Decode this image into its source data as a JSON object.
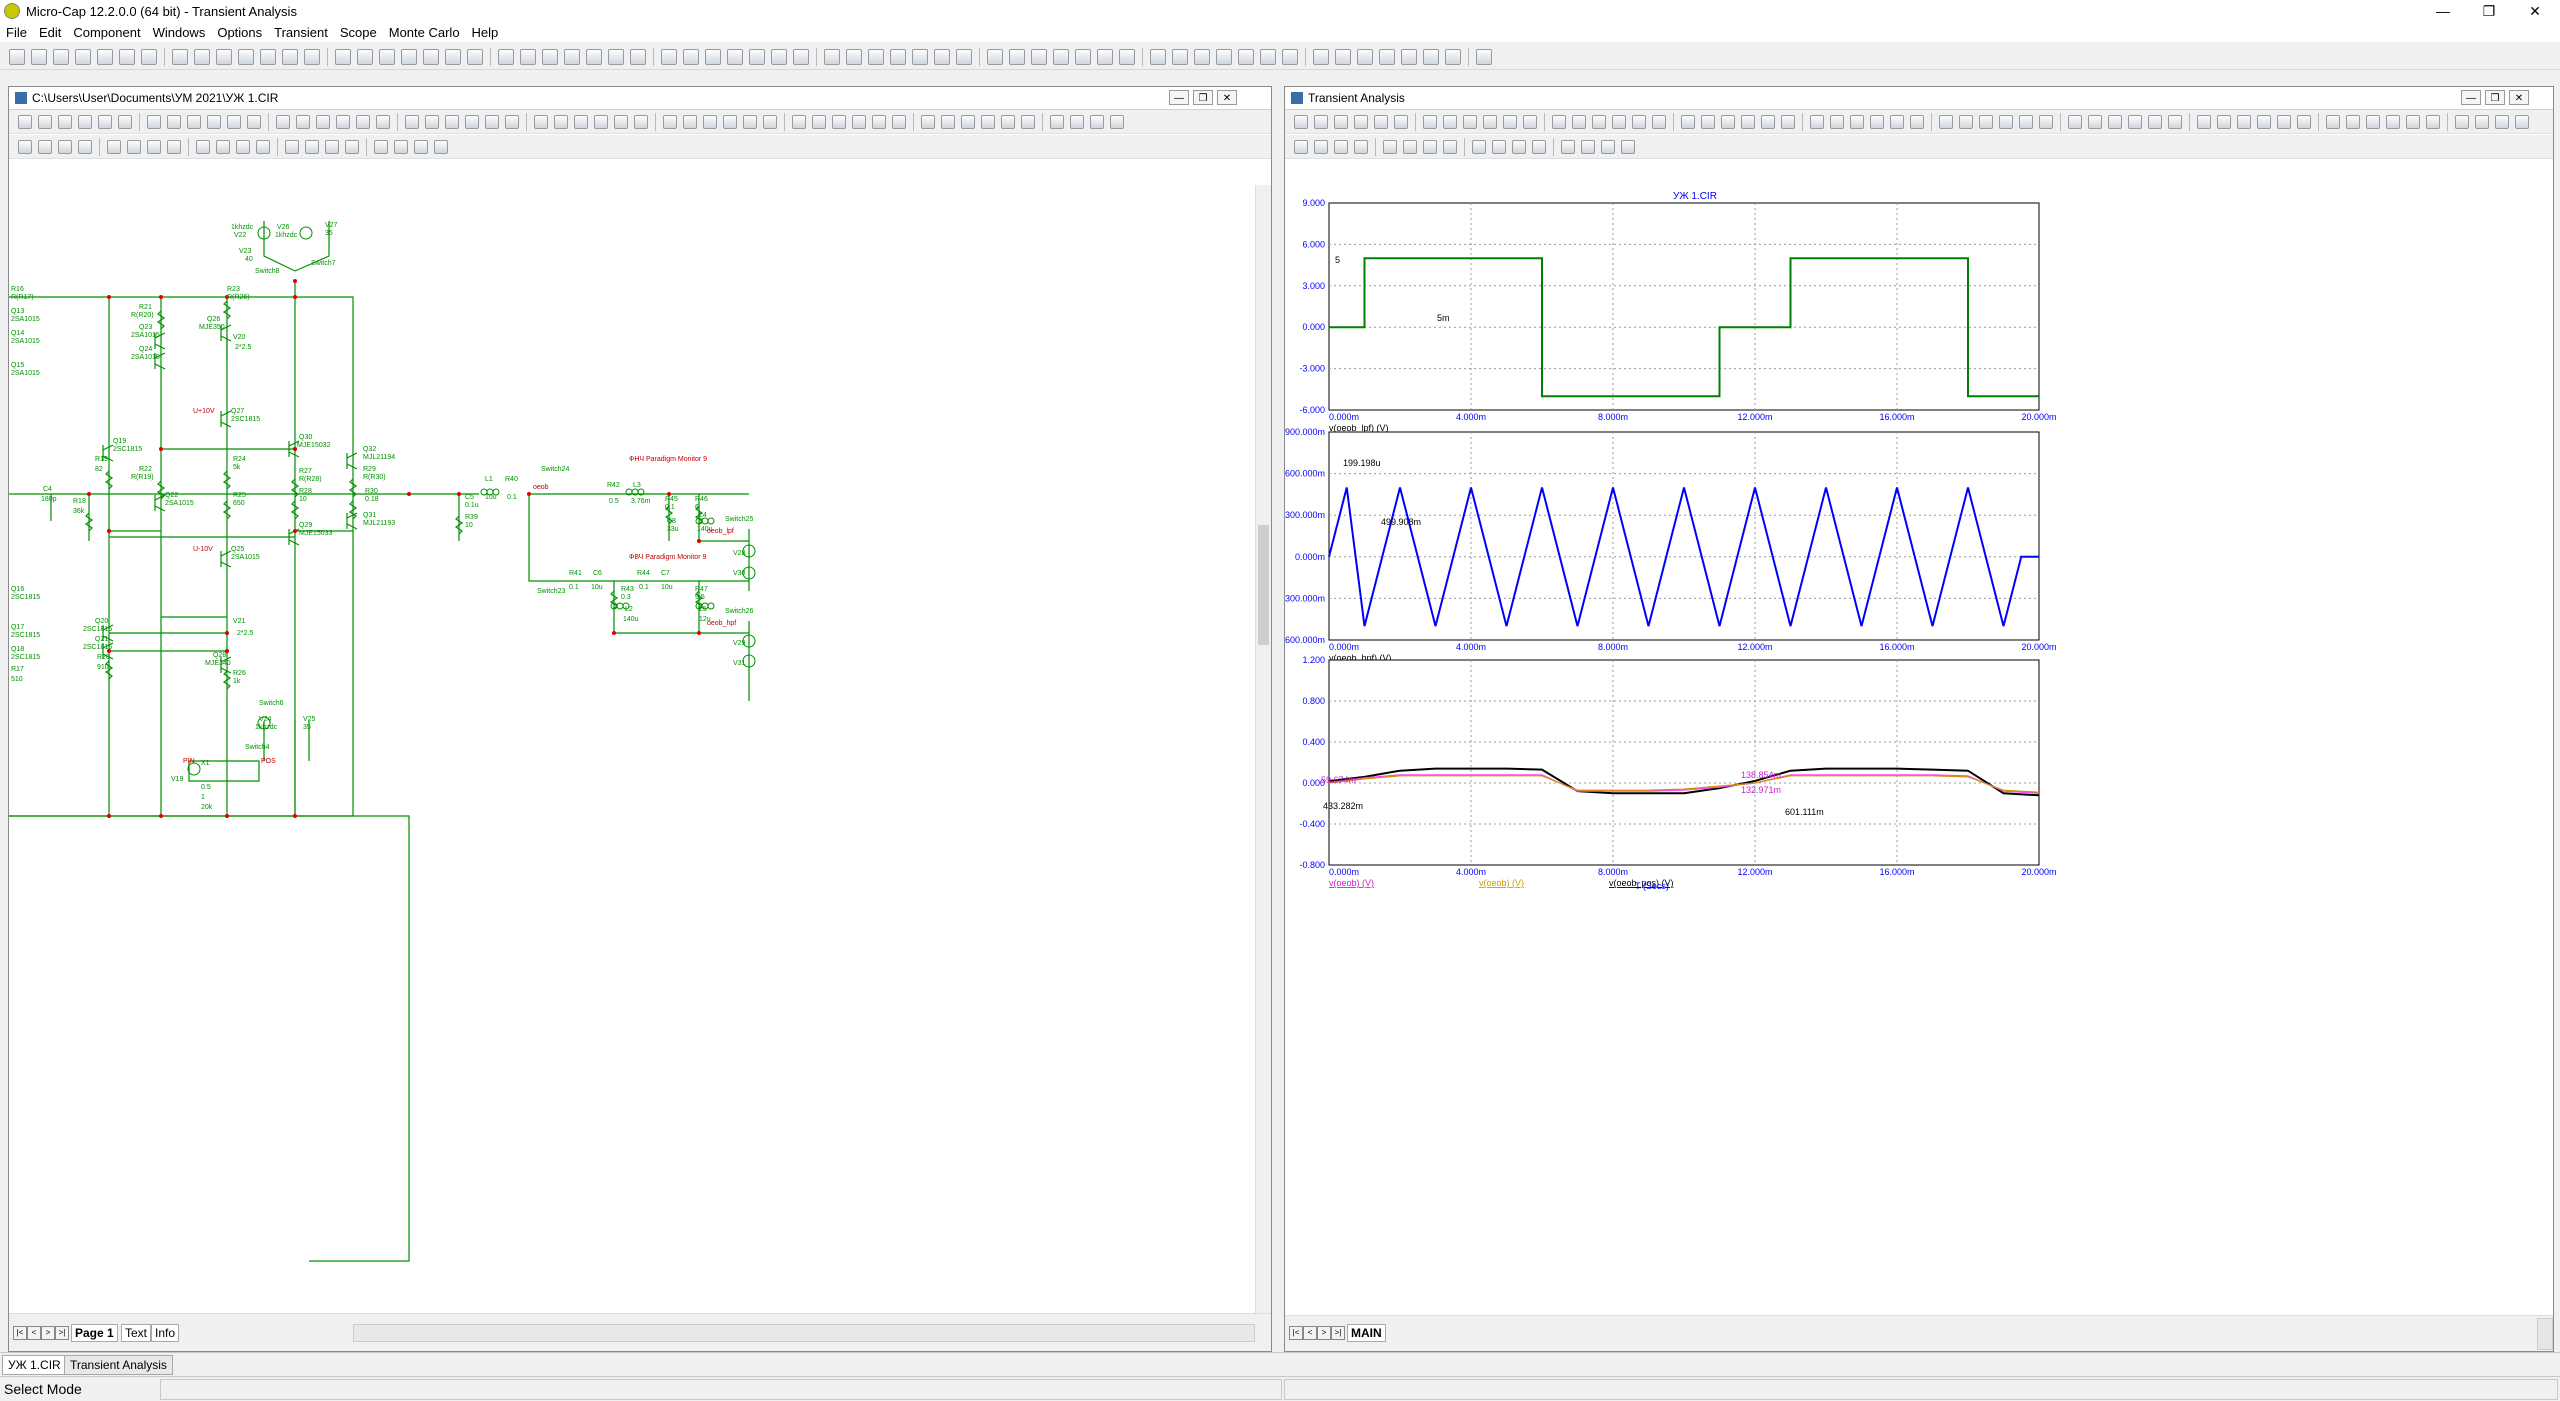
{
  "app": {
    "title": "Micro-Cap 12.2.0.0 (64 bit) - Transient Analysis",
    "menu": [
      "File",
      "Edit",
      "Component",
      "Windows",
      "Options",
      "Transient",
      "Scope",
      "Monte Carlo",
      "Help"
    ]
  },
  "schematic": {
    "path": "C:\\Users\\User\\Documents\\УМ 2021\\УЖ 1.CIR",
    "page_tabs": [
      "Page 1",
      "Text",
      "Info"
    ],
    "wire_color": "#009000",
    "label_color": "#009000",
    "node_color": "#e00000",
    "labels": [
      {
        "id": "v22",
        "text": "1khzdc"
      },
      {
        "id": "v22n",
        "text": "V22"
      },
      {
        "id": "v26",
        "text": "V26"
      },
      {
        "id": "v26v",
        "text": "1khzdc"
      },
      {
        "id": "v27",
        "text": "V27"
      },
      {
        "id": "v27v",
        "text": "35"
      },
      {
        "id": "v23",
        "text": "V23"
      },
      {
        "id": "v23v",
        "text": "40"
      },
      {
        "id": "sw8",
        "text": "Switch8"
      },
      {
        "id": "sw7",
        "text": "Switch7"
      },
      {
        "id": "r16",
        "text": "R16"
      },
      {
        "id": "r16v",
        "text": "R(R17)"
      },
      {
        "id": "q13",
        "text": "Q13"
      },
      {
        "id": "q13v",
        "text": "2SA1015"
      },
      {
        "id": "q14",
        "text": "Q14"
      },
      {
        "id": "q14v",
        "text": "2SA1015"
      },
      {
        "id": "q15",
        "text": "Q15"
      },
      {
        "id": "q15v",
        "text": "2SA1015"
      },
      {
        "id": "r21",
        "text": "R21"
      },
      {
        "id": "r21v",
        "text": "R(R20)"
      },
      {
        "id": "r23",
        "text": "R23"
      },
      {
        "id": "r23v",
        "text": "R(R26)"
      },
      {
        "id": "q23",
        "text": "Q23"
      },
      {
        "id": "q23v",
        "text": "2SA1015"
      },
      {
        "id": "q26",
        "text": "Q26"
      },
      {
        "id": "q26v",
        "text": "MJE350"
      },
      {
        "id": "v20",
        "text": "V20"
      },
      {
        "id": "v20v",
        "text": "2*2.5"
      },
      {
        "id": "q24",
        "text": "Q24"
      },
      {
        "id": "q24v",
        "text": "2SA1015"
      },
      {
        "id": "q27",
        "text": "Q27"
      },
      {
        "id": "q27v",
        "text": "2SC1815"
      },
      {
        "id": "q27b",
        "text": "U+10V"
      },
      {
        "id": "q30",
        "text": "Q30"
      },
      {
        "id": "q30v",
        "text": "MJE15032"
      },
      {
        "id": "q32",
        "text": "Q32"
      },
      {
        "id": "q32v",
        "text": "MJL21194"
      },
      {
        "id": "q19",
        "text": "Q19"
      },
      {
        "id": "q19v",
        "text": "2SC1815"
      },
      {
        "id": "r19",
        "text": "R19"
      },
      {
        "id": "r19v",
        "text": "82"
      },
      {
        "id": "r24",
        "text": "R24"
      },
      {
        "id": "r24v",
        "text": "5k"
      },
      {
        "id": "r22",
        "text": "R22"
      },
      {
        "id": "r22v",
        "text": "R(R19)"
      },
      {
        "id": "r27",
        "text": "R27"
      },
      {
        "id": "r27v",
        "text": "R(R28)"
      },
      {
        "id": "r29",
        "text": "R29"
      },
      {
        "id": "r29v",
        "text": "R(R30)"
      },
      {
        "id": "c4",
        "text": "C4"
      },
      {
        "id": "c4v",
        "text": "180p"
      },
      {
        "id": "r18",
        "text": "R18"
      },
      {
        "id": "r18v",
        "text": "36k"
      },
      {
        "id": "q22",
        "text": "Q22"
      },
      {
        "id": "q22v",
        "text": "2SA1015"
      },
      {
        "id": "r25",
        "text": "R25"
      },
      {
        "id": "r25v",
        "text": "650"
      },
      {
        "id": "r28",
        "text": "R28"
      },
      {
        "id": "r28v",
        "text": "10"
      },
      {
        "id": "r30",
        "text": "R30"
      },
      {
        "id": "r30v",
        "text": "0.18"
      },
      {
        "id": "q29",
        "text": "Q29"
      },
      {
        "id": "q29v",
        "text": "MJE15033"
      },
      {
        "id": "q31",
        "text": "Q31"
      },
      {
        "id": "q31v",
        "text": "MJL21193"
      },
      {
        "id": "q25",
        "text": "Q25"
      },
      {
        "id": "q25v",
        "text": "2SA1015"
      },
      {
        "id": "q25b",
        "text": "U-10V"
      },
      {
        "id": "q16",
        "text": "Q16"
      },
      {
        "id": "q16v",
        "text": "2SC1815"
      },
      {
        "id": "q17",
        "text": "Q17"
      },
      {
        "id": "q17v",
        "text": "2SC1815"
      },
      {
        "id": "q18",
        "text": "Q18"
      },
      {
        "id": "q18v",
        "text": "2SC1815"
      },
      {
        "id": "r17",
        "text": "R17"
      },
      {
        "id": "r17v",
        "text": "510"
      },
      {
        "id": "q20",
        "text": "Q20"
      },
      {
        "id": "q20v",
        "text": "2SC1815"
      },
      {
        "id": "q21",
        "text": "Q21"
      },
      {
        "id": "q21v",
        "text": "2SC1815"
      },
      {
        "id": "r20",
        "text": "R20"
      },
      {
        "id": "r20v",
        "text": "910"
      },
      {
        "id": "v21",
        "text": "V21"
      },
      {
        "id": "v21v",
        "text": "2*2.5"
      },
      {
        "id": "q28",
        "text": "Q28"
      },
      {
        "id": "q28v",
        "text": "MJE340"
      },
      {
        "id": "r26",
        "text": "R26"
      },
      {
        "id": "r26v",
        "text": "1k"
      },
      {
        "id": "sw6",
        "text": "Switch6"
      },
      {
        "id": "v24",
        "text": "V24"
      },
      {
        "id": "v24v",
        "text": "1khzdc"
      },
      {
        "id": "v25",
        "text": "V25"
      },
      {
        "id": "v25v",
        "text": "35"
      },
      {
        "id": "sw4",
        "text": "Switch4"
      },
      {
        "id": "x1",
        "text": "X1"
      },
      {
        "id": "pin1",
        "text": "PIN"
      },
      {
        "id": "pin2",
        "text": "POS"
      },
      {
        "id": "v19",
        "text": "V19"
      },
      {
        "id": "v19a",
        "text": "0.5"
      },
      {
        "id": "v19b",
        "text": "1"
      },
      {
        "id": "v19c",
        "text": "20k"
      },
      {
        "id": "l1",
        "text": "L1"
      },
      {
        "id": "l1v",
        "text": "10u"
      },
      {
        "id": "r40",
        "text": "R40"
      },
      {
        "id": "r40v",
        "text": "0.1"
      },
      {
        "id": "c5",
        "text": "C5"
      },
      {
        "id": "c5v",
        "text": "0.1u"
      },
      {
        "id": "r39",
        "text": "R39"
      },
      {
        "id": "r39v",
        "text": "10"
      },
      {
        "id": "sw24",
        "text": "Switch24"
      },
      {
        "id": "oeob",
        "text": "oeob"
      },
      {
        "id": "sw23",
        "text": "Switch23"
      },
      {
        "id": "fnch",
        "text": "ФНЧ Paradigm Monitor 9"
      },
      {
        "id": "fvch",
        "text": "ФВЧ Paradigm Monitor 9"
      },
      {
        "id": "r42",
        "text": "R42"
      },
      {
        "id": "r42v",
        "text": "0.5"
      },
      {
        "id": "l3",
        "text": "L3"
      },
      {
        "id": "l3v",
        "text": "3.76m"
      },
      {
        "id": "r45",
        "text": "R45"
      },
      {
        "id": "r45v",
        "text": "0.1"
      },
      {
        "id": "r46",
        "text": "R46"
      },
      {
        "id": "r46v",
        "text": "6"
      },
      {
        "id": "c8",
        "text": "C8"
      },
      {
        "id": "c8v",
        "text": "33u"
      },
      {
        "id": "l4",
        "text": "L4"
      },
      {
        "id": "l4v",
        "text": "140u"
      },
      {
        "id": "oeoblpf",
        "text": "oeob_lpf"
      },
      {
        "id": "sw25",
        "text": "Switch25"
      },
      {
        "id": "v28",
        "text": "V28"
      },
      {
        "id": "v30",
        "text": "V30"
      },
      {
        "id": "r41",
        "text": "R41"
      },
      {
        "id": "r41v",
        "text": "0.1"
      },
      {
        "id": "c6",
        "text": "C6"
      },
      {
        "id": "c6v",
        "text": "10u"
      },
      {
        "id": "r44",
        "text": "R44"
      },
      {
        "id": "r44v",
        "text": "0.1"
      },
      {
        "id": "c7",
        "text": "C7"
      },
      {
        "id": "c7v",
        "text": "10u"
      },
      {
        "id": "r43",
        "text": "R43"
      },
      {
        "id": "r43v",
        "text": "0.3"
      },
      {
        "id": "r47",
        "text": "R47"
      },
      {
        "id": "r47v",
        "text": "9.5"
      },
      {
        "id": "l2",
        "text": "L2"
      },
      {
        "id": "l2v",
        "text": "140u"
      },
      {
        "id": "l5",
        "text": "L5"
      },
      {
        "id": "l5v",
        "text": "12u"
      },
      {
        "id": "oeobhpf",
        "text": "oeob_hpf"
      },
      {
        "id": "sw26",
        "text": "Switch26"
      },
      {
        "id": "v29",
        "text": "V29"
      },
      {
        "id": "v31",
        "text": "V31"
      }
    ]
  },
  "analysis": {
    "window_title": "Transient Analysis",
    "plot_title": "УЖ 1.CIR",
    "tab": "MAIN",
    "x_ticks": [
      "0.000m",
      "4.000m",
      "8.000m",
      "12.000m",
      "16.000m",
      "20.000m"
    ],
    "x_axis_label": "T (Secs)",
    "plots": [
      {
        "id": "p1",
        "y_ticks": [
          "9.000",
          "6.000",
          "3.000",
          "0.000",
          "-3.000",
          "-6.000"
        ],
        "ylim": [
          -6,
          9
        ],
        "legend": [
          {
            "text": "v(oeob_lpf) (V)",
            "color": "#000000"
          }
        ],
        "annotations": [
          "5",
          "5m"
        ]
      },
      {
        "id": "p2",
        "y_ticks": [
          "900.000m",
          "600.000m",
          "300.000m",
          "0.000m",
          "-300.000m",
          "-600.000m"
        ],
        "ylim": [
          -0.6,
          0.9
        ],
        "legend": [
          {
            "text": "v(oeob_hpf) (V)",
            "color": "#000000"
          }
        ],
        "annotations": [
          "199.198u",
          "499.908m"
        ]
      },
      {
        "id": "p3",
        "y_ticks": [
          "1.200",
          "0.800",
          "0.400",
          "0.000",
          "-0.400",
          "-0.800"
        ],
        "ylim": [
          -0.8,
          1.2
        ],
        "legend": [
          {
            "text": "v(oeob) (V)",
            "color": "#d020d0"
          },
          {
            "text": "v(oeob) (V)",
            "color": "#c8a000"
          },
          {
            "text": "v(oeob_pos) (V)",
            "color": "#000000"
          }
        ],
        "annotations": [
          "59.674m",
          "433.282m",
          "138.854m",
          "132.971m",
          "601.111m"
        ]
      }
    ],
    "colors": {
      "p1": "#008000",
      "p2": "#0000ff",
      "p3a": "#000000",
      "p3b": "#ff44ff",
      "p3c": "#d09000"
    }
  },
  "chart_data": [
    {
      "type": "line",
      "title": "УЖ 1.CIR",
      "xlabel": "",
      "ylabel": "",
      "xlim": [
        0,
        20
      ],
      "ylim": [
        -6,
        9
      ],
      "series": [
        {
          "name": "v(oeob_lpf) (V)",
          "x": [
            0,
            1,
            1,
            6,
            6,
            11,
            11,
            13,
            13,
            18,
            18,
            20
          ],
          "values": [
            0,
            0,
            5,
            5,
            -5,
            -5,
            0,
            0,
            5,
            5,
            -5,
            -5
          ]
        }
      ]
    },
    {
      "type": "line",
      "xlabel": "",
      "ylabel": "",
      "xlim": [
        0,
        20
      ],
      "ylim": [
        -0.6,
        0.9
      ],
      "series": [
        {
          "name": "v(oeob_hpf) (V)",
          "x": [
            0,
            0.5,
            1,
            1.5,
            2,
            2.5,
            3,
            3.5,
            4,
            4.5,
            5,
            5.5,
            6,
            6.5,
            7,
            7.5,
            8,
            8.5,
            9,
            9.5,
            10,
            10.5,
            11,
            11.5,
            12,
            12.5,
            13,
            13.5,
            14,
            14.5,
            15,
            15.5,
            16,
            16.5,
            17,
            17.5,
            18,
            18.5,
            19,
            19.5,
            20
          ],
          "values": [
            0,
            0.5,
            -0.5,
            0,
            0.5,
            0,
            -0.5,
            0,
            0.5,
            0,
            -0.5,
            0,
            0.5,
            0,
            -0.5,
            0,
            0.5,
            0,
            -0.5,
            0,
            0.5,
            0,
            -0.5,
            0,
            0.5,
            0,
            -0.5,
            0,
            0.5,
            0,
            -0.5,
            0,
            0.5,
            0,
            -0.5,
            0,
            0.5,
            0,
            -0.5,
            0,
            0
          ]
        }
      ]
    },
    {
      "type": "line",
      "xlabel": "T (Secs)",
      "ylabel": "",
      "xlim": [
        0,
        20
      ],
      "ylim": [
        -0.8,
        1.2
      ],
      "series": [
        {
          "name": "v(oeob_pos) (V)",
          "x": [
            0,
            1,
            2,
            3,
            4,
            5,
            6,
            7,
            8,
            9,
            10,
            11,
            12,
            13,
            14,
            15,
            16,
            17,
            18,
            19,
            20
          ],
          "values": [
            0.02,
            0.06,
            0.12,
            0.14,
            0.14,
            0.14,
            0.13,
            -0.08,
            -0.1,
            -0.1,
            -0.1,
            -0.05,
            0.02,
            0.12,
            0.14,
            0.14,
            0.14,
            0.13,
            0.12,
            -0.1,
            -0.12
          ]
        },
        {
          "name": "v(oeob) (V)",
          "x": [
            0,
            1,
            2,
            3,
            4,
            5,
            6,
            7,
            8,
            9,
            10,
            11,
            12,
            13,
            14,
            15,
            16,
            17,
            18,
            19,
            20
          ],
          "values": [
            0.0,
            0.05,
            0.08,
            0.08,
            0.08,
            0.08,
            0.08,
            -0.08,
            -0.08,
            -0.08,
            -0.07,
            -0.04,
            0.0,
            0.08,
            0.08,
            0.08,
            0.08,
            0.08,
            0.07,
            -0.08,
            -0.1
          ]
        },
        {
          "name": "v(oeob) (V)",
          "x": [
            0,
            1,
            2,
            3,
            4,
            5,
            6,
            7,
            8,
            9,
            10,
            11,
            12,
            13,
            14,
            15,
            16,
            17,
            18,
            19,
            20
          ],
          "values": [
            0.0,
            0.04,
            0.07,
            0.07,
            0.07,
            0.07,
            0.07,
            -0.07,
            -0.07,
            -0.07,
            -0.06,
            -0.03,
            0.0,
            0.07,
            0.07,
            0.07,
            0.07,
            0.07,
            0.06,
            -0.07,
            -0.09
          ]
        }
      ]
    }
  ],
  "bottom_tabs": [
    "УЖ 1.CIR",
    "Transient Analysis"
  ],
  "status": "Select Mode"
}
